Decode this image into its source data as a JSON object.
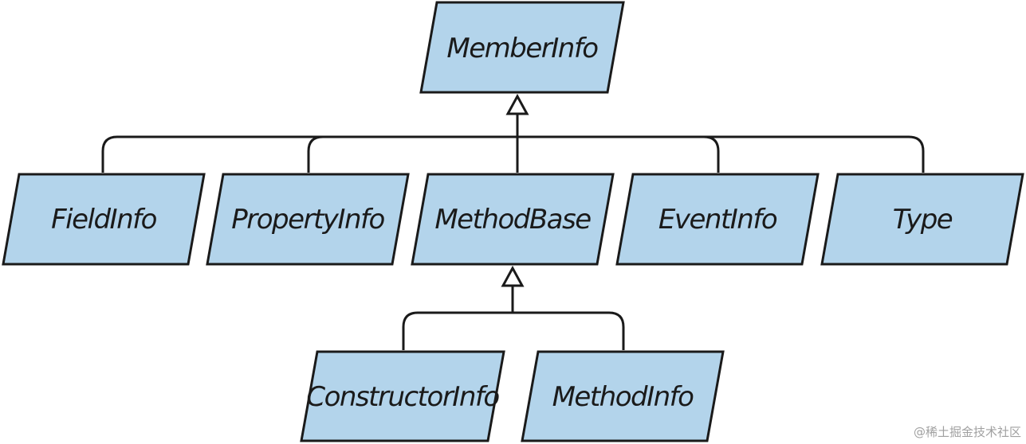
{
  "diagram": {
    "nodes": {
      "memberinfo": "MemberInfo",
      "fieldinfo": "FieldInfo",
      "propertyinfo": "PropertyInfo",
      "methodbase": "MethodBase",
      "eventinfo": "EventInfo",
      "type": "Type",
      "constructorinfo": "ConstructorInfo",
      "methodinfo": "MethodInfo"
    },
    "relationships": [
      {
        "child": "FieldInfo",
        "parent": "MemberInfo",
        "kind": "inheritance"
      },
      {
        "child": "PropertyInfo",
        "parent": "MemberInfo",
        "kind": "inheritance"
      },
      {
        "child": "MethodBase",
        "parent": "MemberInfo",
        "kind": "inheritance"
      },
      {
        "child": "EventInfo",
        "parent": "MemberInfo",
        "kind": "inheritance"
      },
      {
        "child": "Type",
        "parent": "MemberInfo",
        "kind": "inheritance"
      },
      {
        "child": "ConstructorInfo",
        "parent": "MethodBase",
        "kind": "inheritance"
      },
      {
        "child": "MethodInfo",
        "parent": "MethodBase",
        "kind": "inheritance"
      }
    ],
    "colors": {
      "box_fill": "#b3d4eb",
      "stroke": "#1a1a1a"
    }
  },
  "watermark": "@稀土掘金技术社区"
}
